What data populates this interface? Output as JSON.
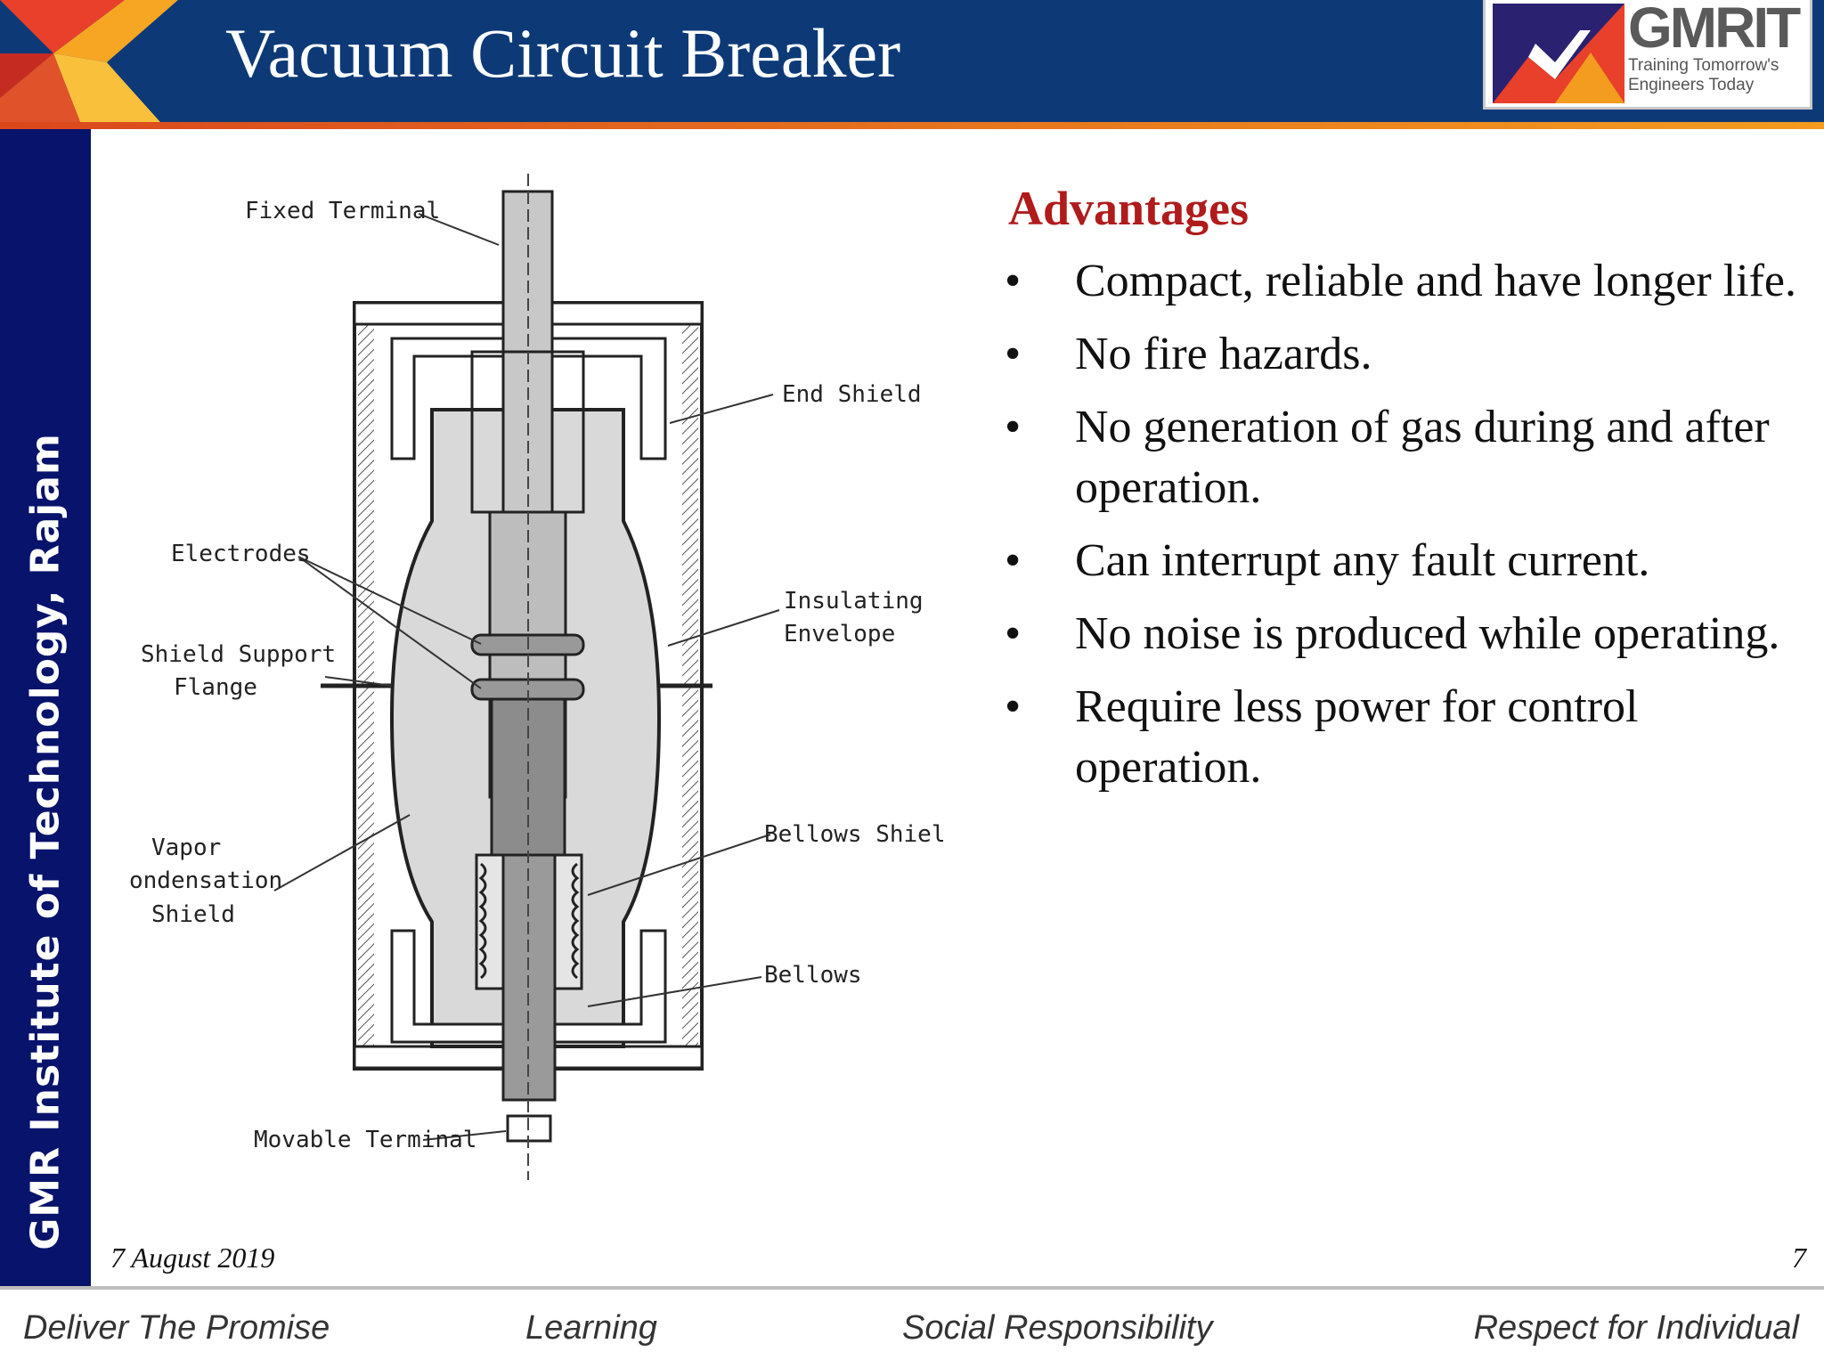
{
  "slide": {
    "title": "Vacuum Circuit Breaker",
    "sidebar_text": "GMR Institute of Technology, Rajam",
    "logo": {
      "name": "GMRIT",
      "tagline_1": "Training Tomorrow's",
      "tagline_2": "Engineers Today"
    },
    "date": "7 August 2019",
    "page_number": "7"
  },
  "diagram": {
    "labels": {
      "fixed_terminal": "Fixed Terminal",
      "end_shield": "End Shield",
      "electrodes": "Electrodes",
      "insulating_1": "Insulating",
      "insulating_2": "Envelope",
      "shield_support_1": "Shield Support",
      "shield_support_2": "Flange",
      "bellows_shield": "Bellows Shield",
      "vapor_1": "Vapor",
      "vapor_2": "ondensation",
      "vapor_3": "Shield",
      "bellows": "Bellows",
      "movable_terminal": "Movable Terminal"
    }
  },
  "advantages": {
    "heading": "Advantages",
    "bullet_symbol": "•",
    "items": [
      "Compact, reliable and have longer life.",
      "No fire hazards.",
      "No generation of gas during and after operation.",
      "Can interrupt any fault current.",
      "No noise is produced while operating.",
      "Require less power for control operation."
    ]
  },
  "footer": {
    "values": [
      "Deliver The Promise",
      "Learning",
      "Social Responsibility",
      "Respect for Individual"
    ]
  },
  "colors": {
    "header_blue": "#0d3a77",
    "sidebar_navy": "#08136b",
    "heading_red": "#b01b1b",
    "accent_orange": "#f39c1f"
  }
}
